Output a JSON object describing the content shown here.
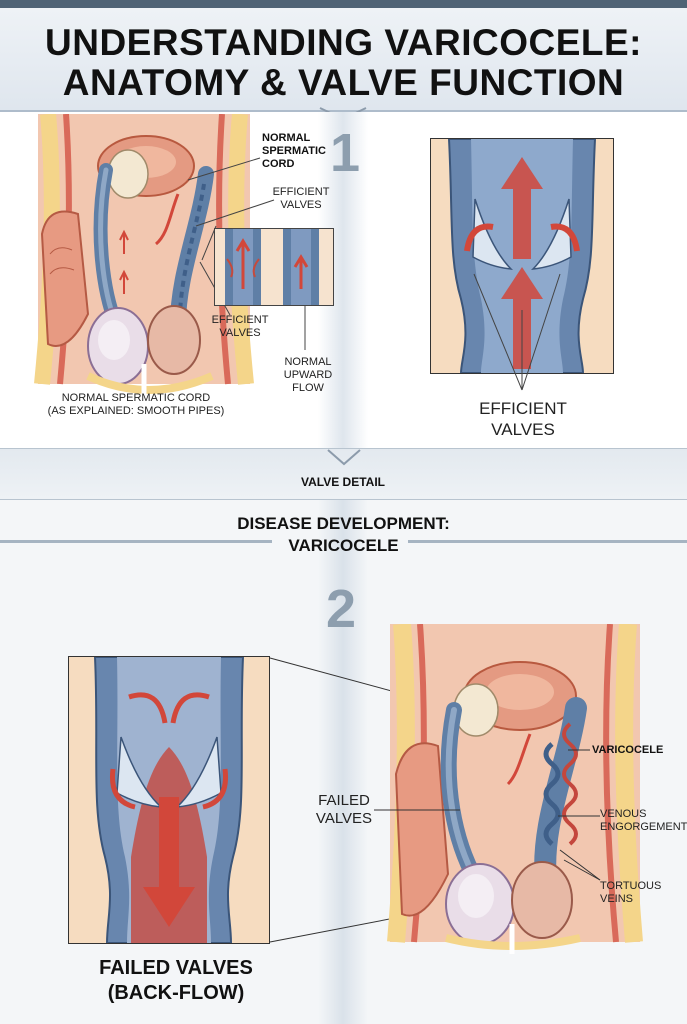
{
  "header": {
    "title_line1": "UNDERSTANDING VARICOCELE:",
    "title_line2": "ANATOMY & VALVE FUNCTION"
  },
  "section1": {
    "number": "1",
    "label_normal_cord_top": "NORMAL SPERMATIC CORD",
    "label_efficient_valves_top": "EFFICIENT VALVES",
    "label_efficient_valves_side": "EFFICIENT VALVES",
    "label_normal_upward_flow": "NORMAL UPWARD FLOW",
    "caption_line1": "NORMAL SPERMATIC CORD",
    "caption_line2": "(AS EXPLAINED: SMOOTH PIPES)",
    "inset_caption": "EFFICIENT VALVES",
    "valve_detail": "VALVE DETAIL"
  },
  "section2": {
    "heading_line1": "DISEASE DEVELOPMENT:",
    "heading_line2": "VARICOCELE",
    "number": "2",
    "label_varicocele": "VARICOCELE",
    "label_venous_engorgement": "VENOUS ENGORGEMENT",
    "label_tortuous_veins": "TORTUOUS VEINS",
    "label_failed_valves": "FAILED VALVES",
    "failed_title_line1": "FAILED VALVES",
    "failed_title_line2": "(BACK-FLOW)"
  },
  "colors": {
    "vein_blue": "#5f7fa6",
    "artery_red": "#d2473a",
    "skin": "#e8a28a",
    "fat_yellow": "#f4d58a",
    "title_band": "#e4eaf0"
  }
}
